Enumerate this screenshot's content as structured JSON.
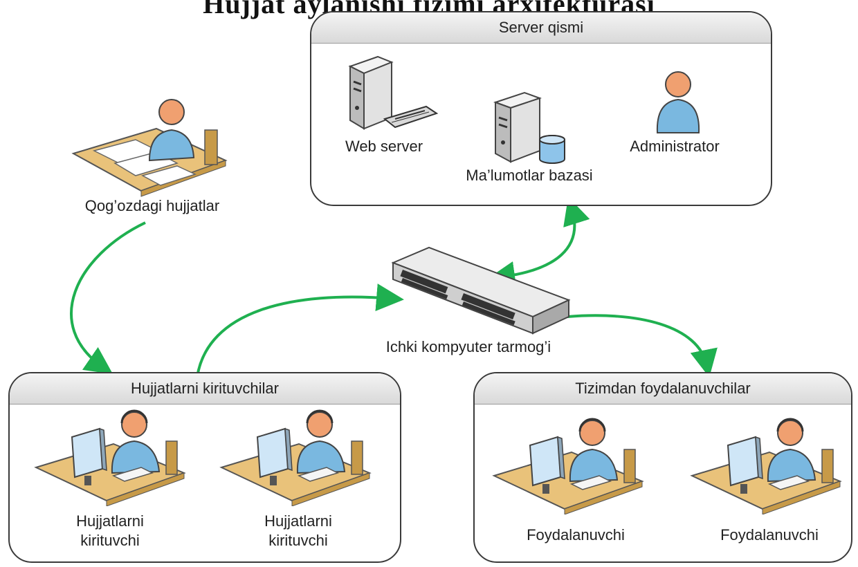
{
  "title": "Hujjat aylanishi tizimi arxitekturasi",
  "groups": {
    "server": {
      "header": "Server qismi"
    },
    "inputters": {
      "header": "Hujjatlarni kirituvchilar"
    },
    "users": {
      "header": "Tizimdan foydalanuvchilar"
    }
  },
  "nodes": {
    "web_server": "Web server",
    "database": "Ma’lumotlar bazasi",
    "administrator": "Administrator",
    "paper_docs": "Qog’ozdagi hujjatlar",
    "network": "Ichki kompyuter tarmog’i",
    "inputter_1": "Hujjatlarni kirituvchi",
    "inputter_2": "Hujjatlarni kirituvchi",
    "user_1": "Foydalanuvchi",
    "user_2": "Foydalanuvchi"
  },
  "colors": {
    "arrow": "#1fb050",
    "person_skin": "#f0a070",
    "person_body": "#7ab8e0",
    "desk": "#e9c27a"
  }
}
